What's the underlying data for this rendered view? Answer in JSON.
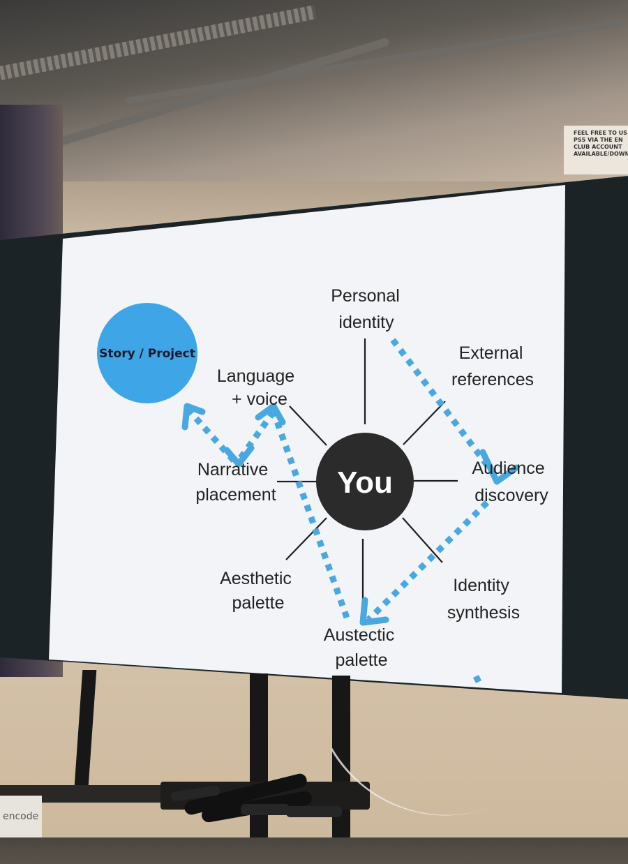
{
  "slide": {
    "center_label": "You",
    "story_label": "Story / Project",
    "spokes": [
      {
        "id": "personal-identity",
        "lines": [
          "Personal",
          "identity"
        ]
      },
      {
        "id": "external-references",
        "lines": [
          "External",
          "references"
        ]
      },
      {
        "id": "audience-discovery",
        "lines": [
          "Audience",
          "discovery"
        ]
      },
      {
        "id": "identity-synthesis",
        "lines": [
          "Identity",
          "synthesis"
        ]
      },
      {
        "id": "austectic-palette",
        "lines": [
          "Austectic",
          "palette"
        ]
      },
      {
        "id": "aesthetic-palette",
        "lines": [
          "Aesthetic",
          "palette"
        ]
      },
      {
        "id": "narrative-placement",
        "lines": [
          "Narrative",
          "placement"
        ]
      },
      {
        "id": "language-voice",
        "lines": [
          "Language",
          "+ voice"
        ]
      }
    ],
    "colors": {
      "accent_blue": "#3ea6e6",
      "dotted_arrow": "#4aa8e0",
      "center_circle": "#2b2b2b",
      "screen_background": "#f2f4f7"
    }
  },
  "room": {
    "sign_lines": [
      "FEEL FREE TO US",
      "PS5 VIA THE EN",
      "CLUB ACCOUNT",
      "AVAILABLE/DOWNL"
    ],
    "box_label": "encode"
  }
}
